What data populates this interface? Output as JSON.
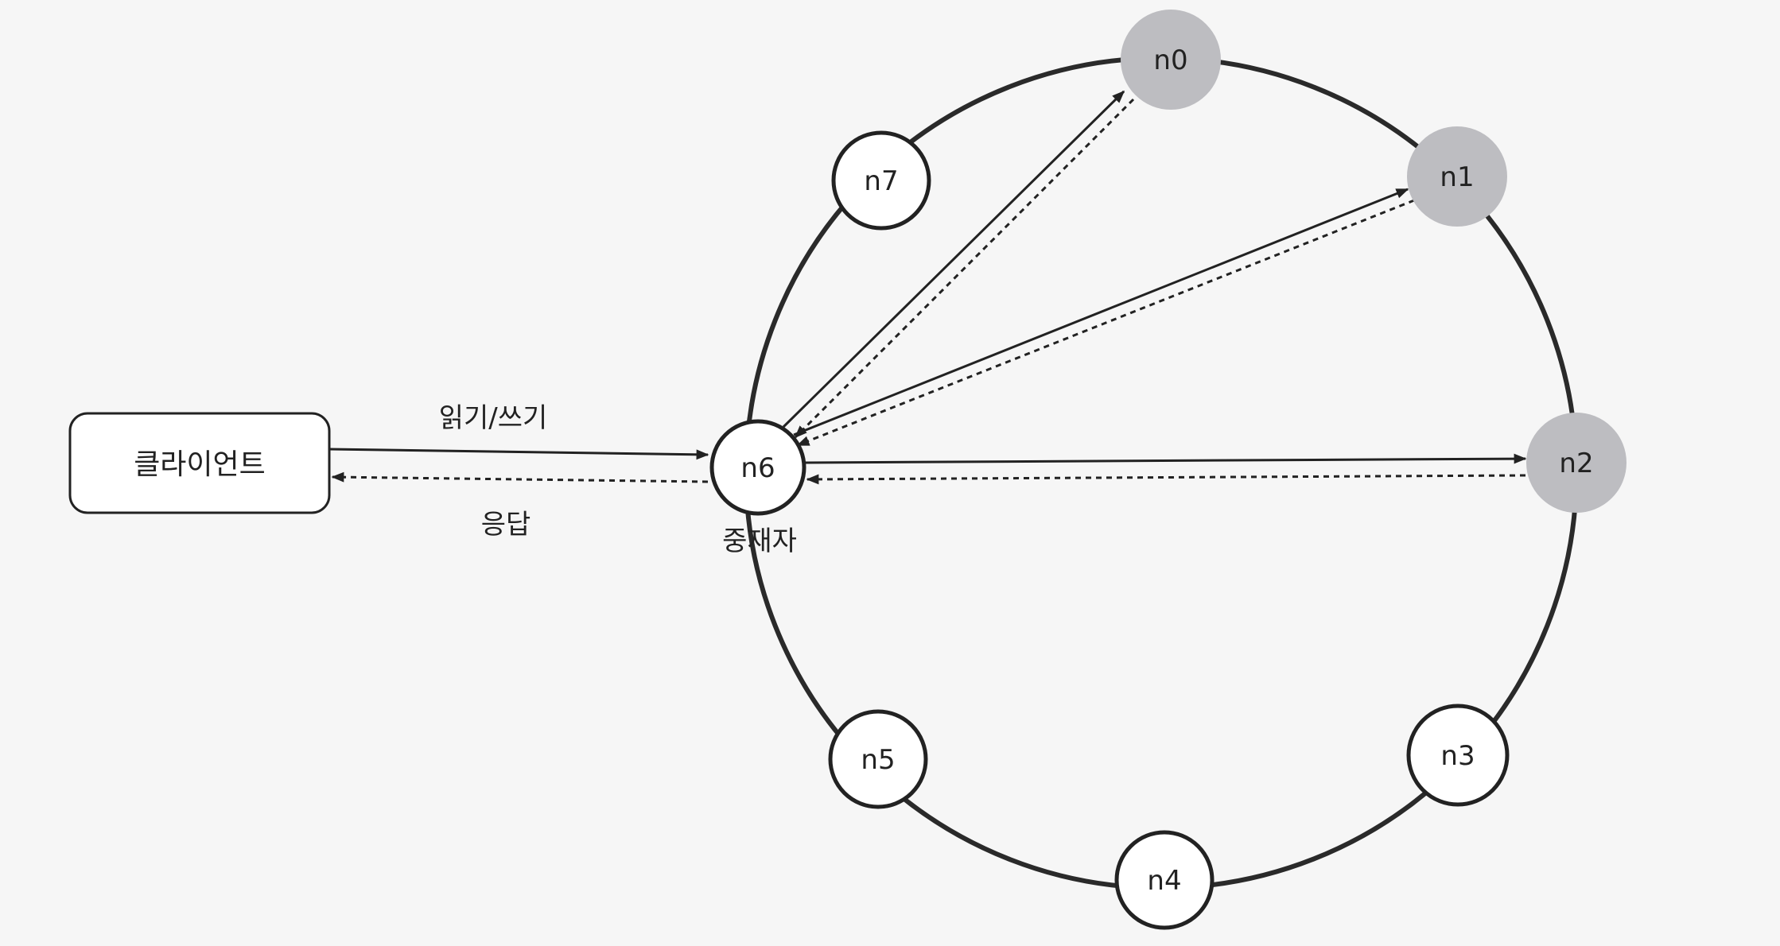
{
  "client": {
    "label": "클라이언트"
  },
  "edges": {
    "request_label": "읽기/쓰기",
    "response_label": "응답"
  },
  "coordinator": {
    "id": "n6",
    "caption": "중재자"
  },
  "nodes": [
    {
      "id": "n0",
      "label": "n0",
      "replica": true
    },
    {
      "id": "n1",
      "label": "n1",
      "replica": true
    },
    {
      "id": "n2",
      "label": "n2",
      "replica": true
    },
    {
      "id": "n3",
      "label": "n3",
      "replica": false
    },
    {
      "id": "n4",
      "label": "n4",
      "replica": false
    },
    {
      "id": "n5",
      "label": "n5",
      "replica": false
    },
    {
      "id": "n6",
      "label": "n6",
      "replica": false
    },
    {
      "id": "n7",
      "label": "n7",
      "replica": false
    }
  ],
  "colors": {
    "replica_fill": "#bdbdc1",
    "node_fill": "#ffffff",
    "stroke": "#222222"
  }
}
